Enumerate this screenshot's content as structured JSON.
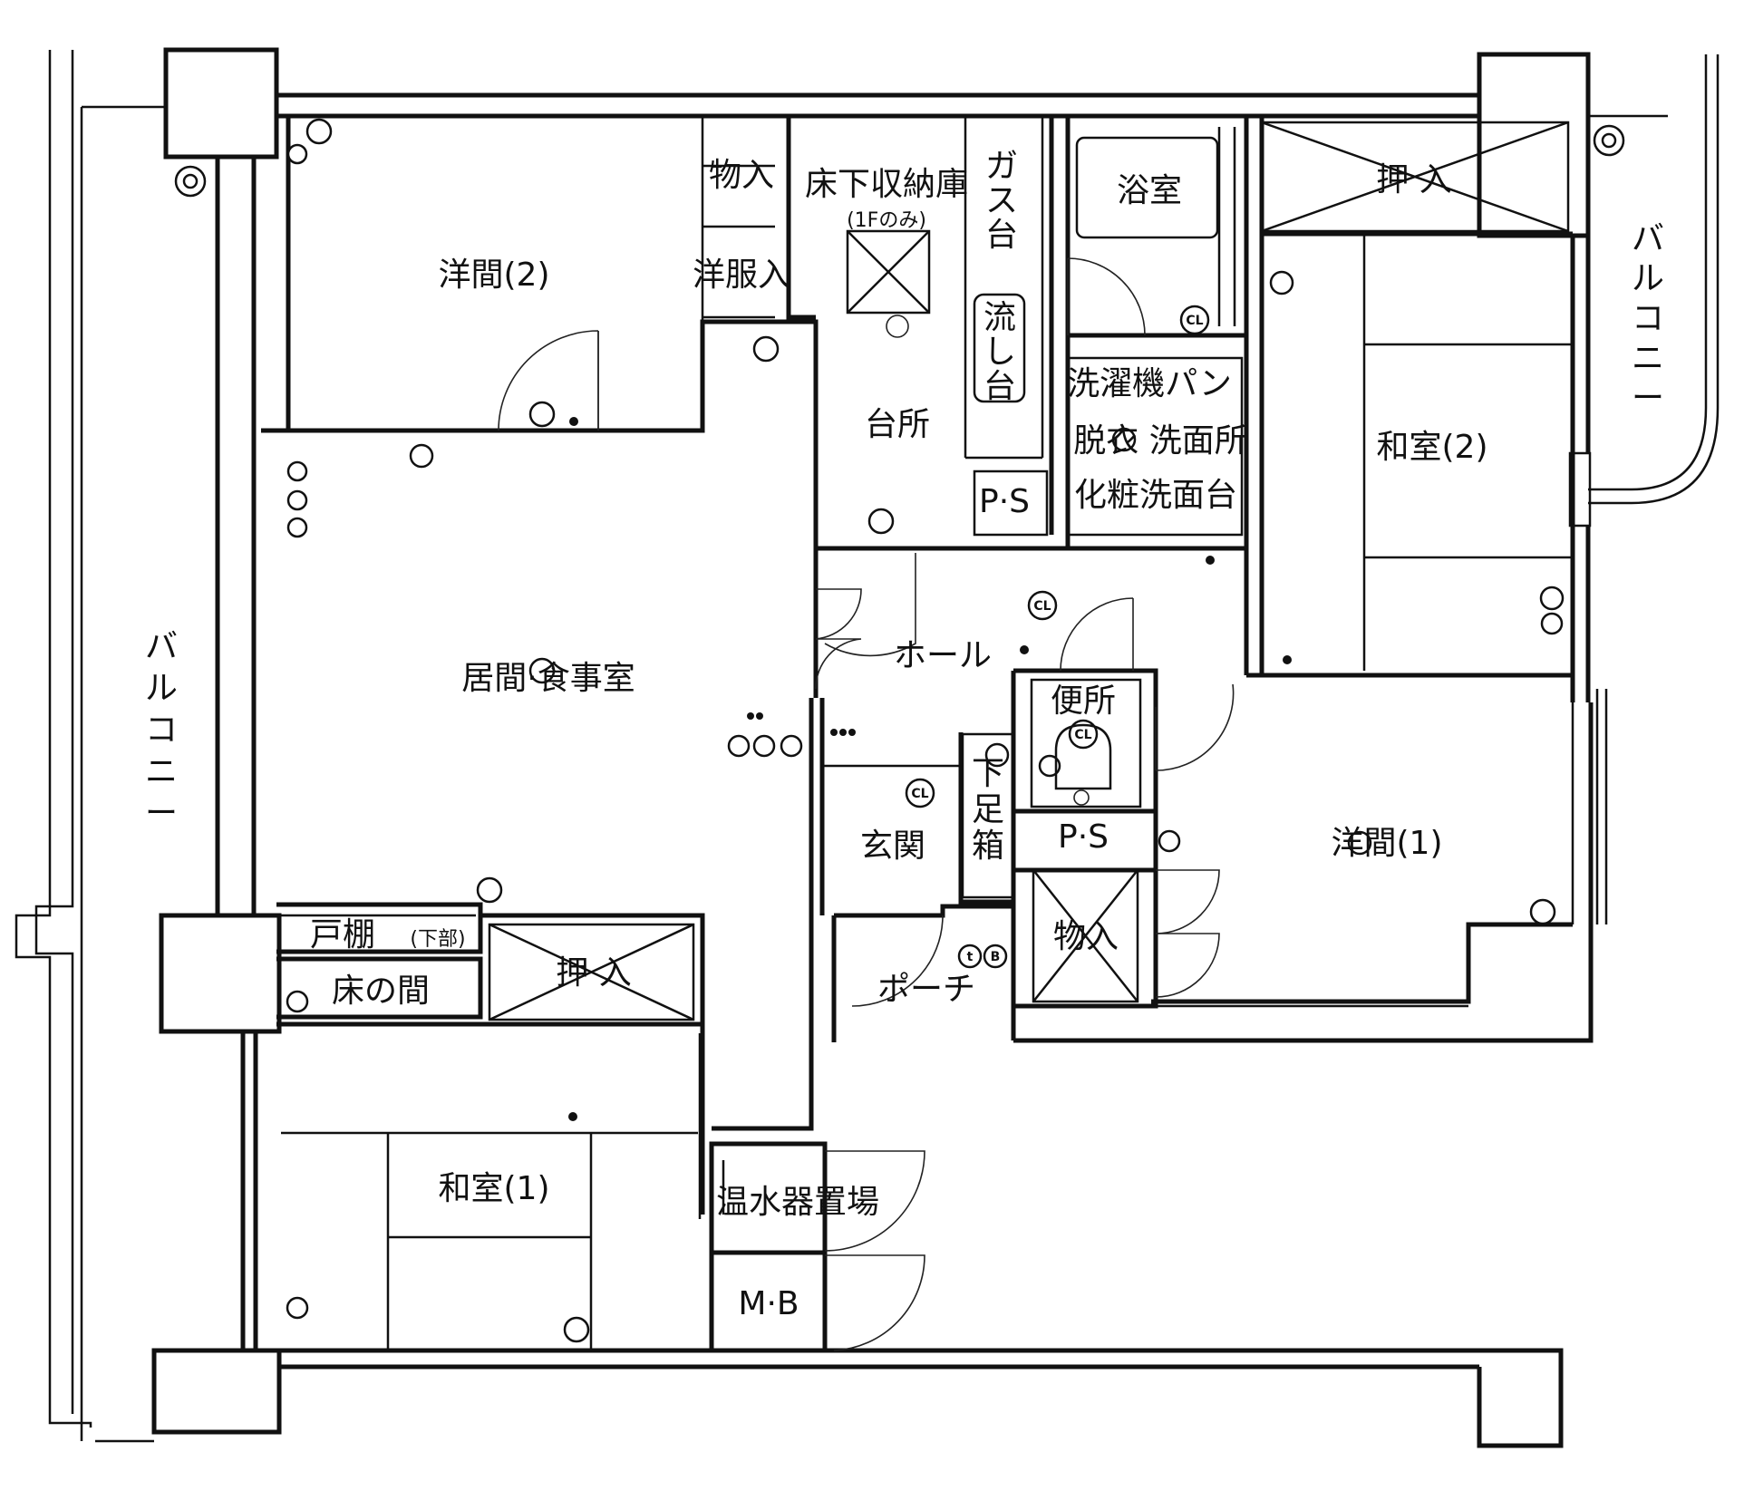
{
  "rooms": {
    "western_2": "洋間(2)",
    "closet_top": "物入",
    "wardrobe": "洋服入",
    "underfloor": "床下収納庫",
    "underfloor_note": "(1Fのみ)",
    "gas_stove": "ガス台",
    "sink": "流し台",
    "kitchen": "台所",
    "ps_kitchen": "P·S",
    "bath": "浴室",
    "washer": "洗濯機パン",
    "dressing": "脱衣 洗面所",
    "vanity": "化粧洗面台",
    "oshiire_top": "押 入",
    "balcony_right": "バルコニー",
    "japanese_2": "和室(2)",
    "living": "居間·食事室",
    "hall": "ホール",
    "balcony_left": "バルコニー",
    "toilet": "便所",
    "ps_toilet": "P·S",
    "entrance": "玄関",
    "shoe_box": "下足箱",
    "closet_center": "物入",
    "western_1": "洋間(1)",
    "shelf": "戸棚",
    "shelf_note": "(下部)",
    "tokonoma": "床の間",
    "oshiire_bottom": "押 入",
    "porch": "ポーチ",
    "japanese_1": "和室(1)",
    "water_heater": "温水器置場",
    "mb": "M·B"
  },
  "symbols": {
    "closet_mark": "CL",
    "tel_mark": "t",
    "b_mark": "B"
  },
  "icons": [
    "outlet-icon",
    "light-fixture-icon",
    "toilet-icon",
    "drain-icon",
    "door-swing-icon"
  ]
}
